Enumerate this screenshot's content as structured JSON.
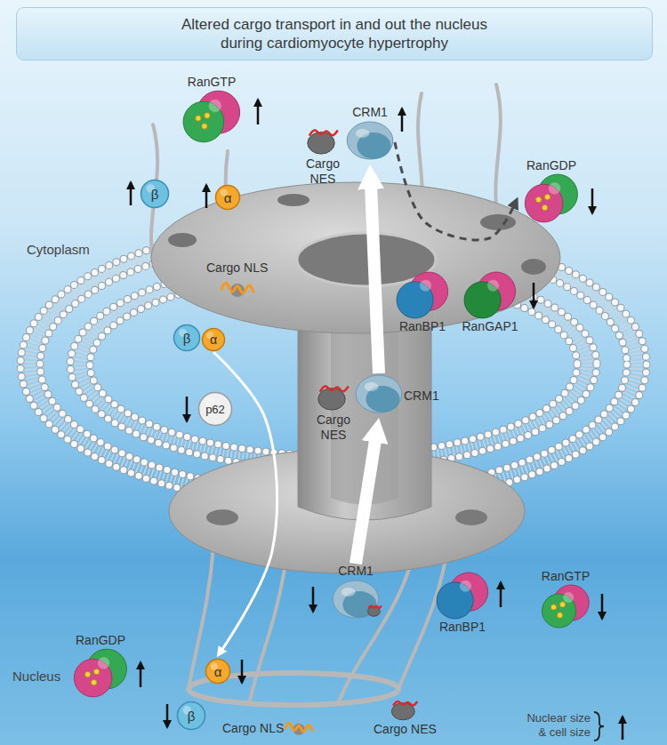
{
  "diagram": {
    "title": "Altered cargo transport in and out the nucleus during cardiomyocyte hypertrophy",
    "nodes": [
      {
        "text": [
          "RanGTP"
        ]
      },
      {
        "text": [
          "Cargo NES"
        ]
      },
      {
        "text": [
          "CRM1"
        ]
      },
      {
        "text": [
          "β"
        ]
      },
      {
        "text": [
          "α"
        ]
      },
      {
        "text": [
          "RanGDP"
        ]
      },
      {
        "text": [
          "RanBP1"
        ]
      },
      {
        "text": [
          "RanGAP1"
        ]
      },
      {
        "text": [
          "Cargo NLS"
        ]
      },
      {
        "text": [
          "β"
        ]
      },
      {
        "text": [
          "α"
        ]
      },
      {
        "text": [
          "p62"
        ]
      },
      {
        "text": [
          "CRM1"
        ]
      },
      {
        "text": [
          "Cargo NES"
        ]
      },
      {
        "text": [
          "CRM1"
        ]
      },
      {
        "text": [
          "RanBP1"
        ]
      },
      {
        "text": [
          "RanGTP"
        ]
      },
      {
        "text": [
          "α"
        ]
      },
      {
        "text": [
          "β"
        ]
      },
      {
        "text": [
          "RanGDP"
        ]
      },
      {
        "text": [
          "Cargo NLS"
        ]
      },
      {
        "text": [
          "Cargo NES"
        ]
      }
    ],
    "edges": [
      {
        "from": 10,
        "to": 17,
        "arrow": "to"
      },
      {
        "from": 14,
        "to": 12,
        "arrow": "to"
      },
      {
        "from": 12,
        "to": 2,
        "arrow": "to"
      },
      {
        "from": 2,
        "to": 5,
        "arrow": "to"
      }
    ],
    "labels": [
      "Cytoplasm",
      "Nucleus",
      "Nuclear size & cell size"
    ]
  }
}
